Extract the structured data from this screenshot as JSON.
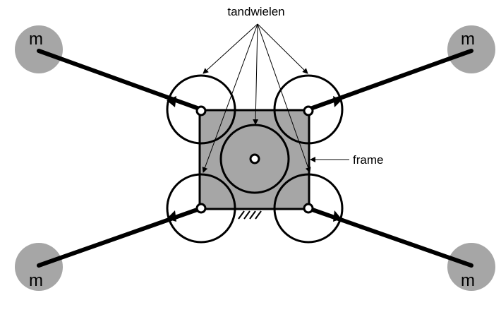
{
  "labels": {
    "gears": "tandwielen",
    "frame": "frame",
    "mass_top_left": "m",
    "mass_top_right": "m",
    "mass_bottom_left": "m",
    "mass_bottom_right": "m"
  },
  "colors": {
    "mass_fill": "#a6a6a6",
    "frame_fill": "#a6a6a6",
    "line": "#000000",
    "background": "#ffffff"
  }
}
